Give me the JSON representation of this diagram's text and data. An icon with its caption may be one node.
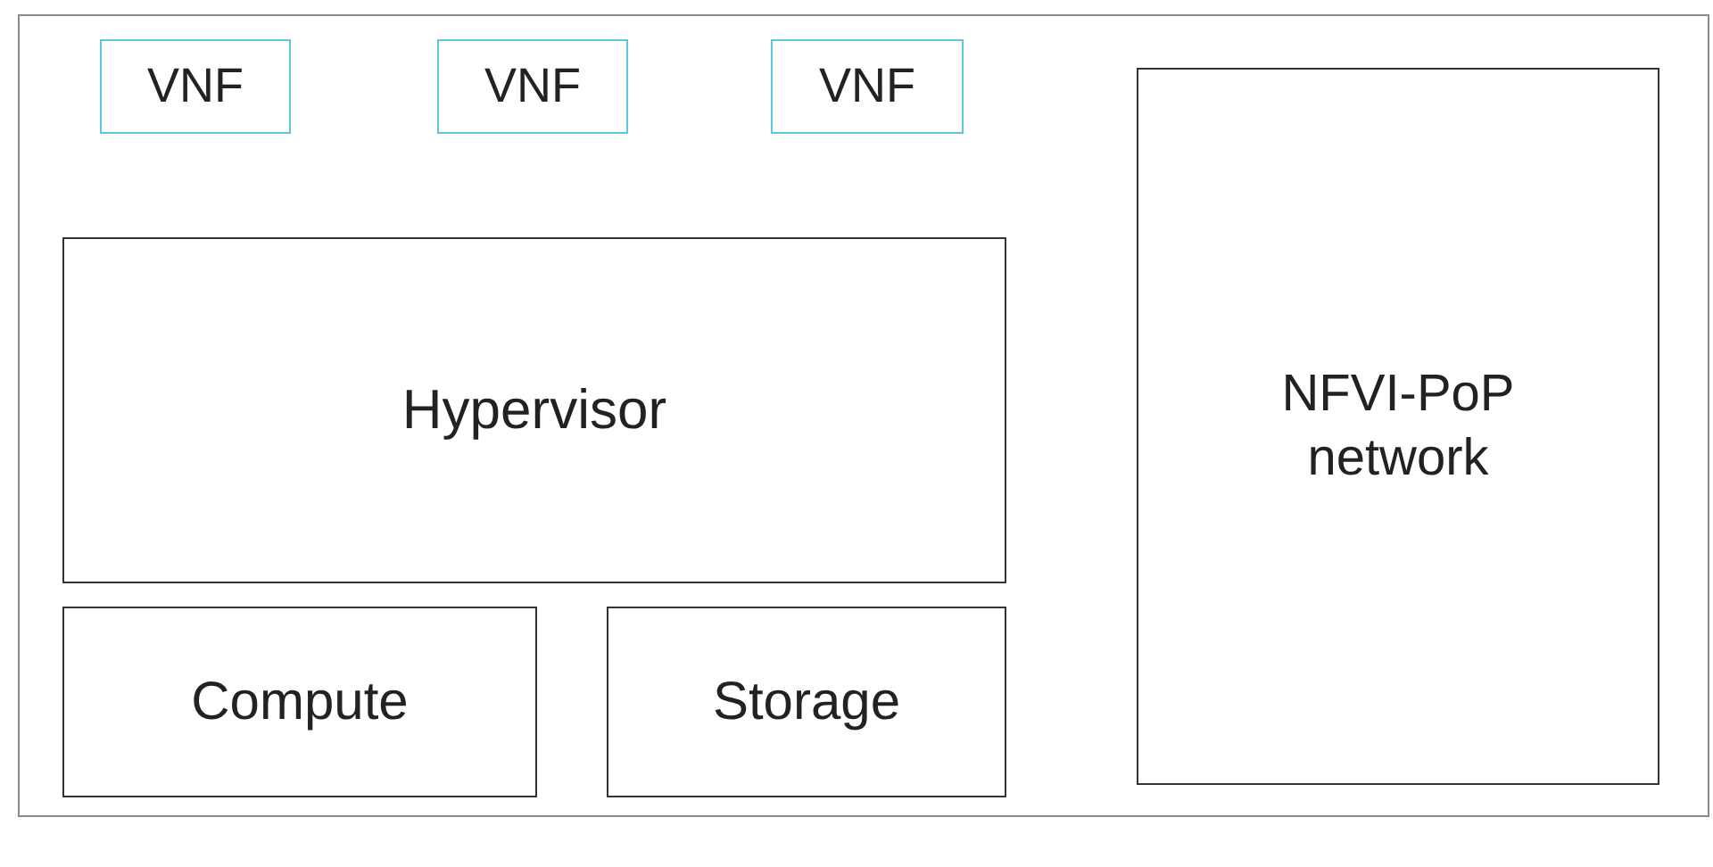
{
  "diagram": {
    "nodes": [
      {
        "text": [],
        "shape": "box"
      },
      {
        "text": [
          "VNF"
        ],
        "in": 0
      },
      {
        "text": [
          "VNF"
        ],
        "in": 0
      },
      {
        "text": [
          "VNF"
        ],
        "in": 0
      },
      {
        "text": [
          "Hypervisor"
        ],
        "in": 0
      },
      {
        "text": [
          "Compute"
        ],
        "in": 0
      },
      {
        "text": [
          "Storage"
        ],
        "in": 0
      },
      {
        "text": [
          "NFVI-PoP network"
        ],
        "in": 0
      }
    ]
  }
}
